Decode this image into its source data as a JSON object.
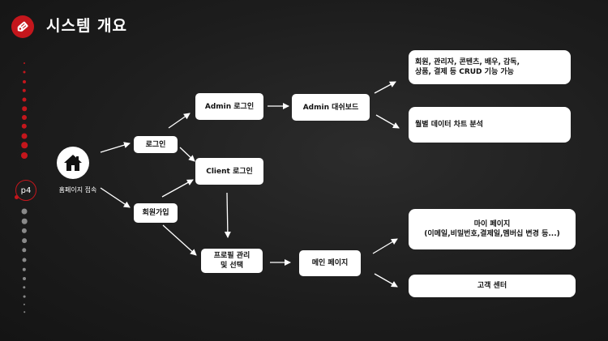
{
  "header": {
    "title": "시스템 개요",
    "logo_icon": "tag-icon"
  },
  "sidebar": {
    "page_label": "p4"
  },
  "colors": {
    "accent": "#c4161c",
    "box_bg": "#ffffff",
    "box_text": "#111111"
  },
  "nodes": {
    "home": {
      "label": "홈페이지 접속",
      "icon": "home-icon"
    },
    "login": "로그인",
    "signup": "회원가입",
    "admin_login": "Admin 로그인",
    "client_login": "Client 로그인",
    "profile_line1": "프로필 관리",
    "profile_line2": "및 선택",
    "admin_dashboard": "Admin 대쉬보드",
    "crud_line1": "회원, 관리자, 콘텐츠, 배우, 감독,",
    "crud_line2": "상품, 결제 등 CRUD 기능 가능",
    "monthly_chart": "월별 데이터 차트 분석",
    "main_page": "메인 페이지",
    "mypage_line1": "마이 페이지",
    "mypage_line2": "(이메일,비밀번호,결제일,멤버십 변경 등...)",
    "customer_center": "고객 센터"
  }
}
